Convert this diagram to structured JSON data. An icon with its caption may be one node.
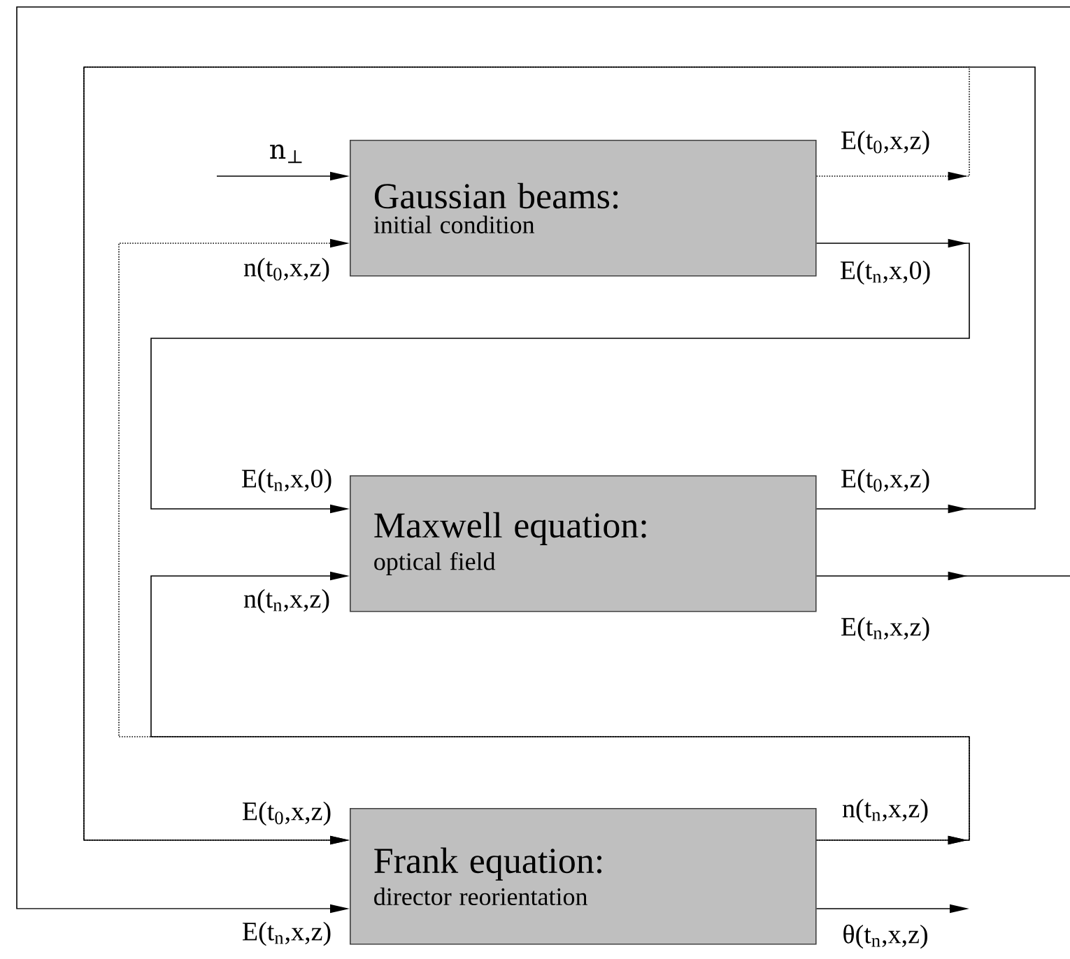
{
  "diagram": {
    "nodes": [
      {
        "text": [
          "Gaussian beams:",
          "initial condition"
        ],
        "beside": [
          "n$_{⊥}$",
          "n(t$_{0}$,x,z)",
          "E(t$_{0}$,x,z)",
          "E(t$_{n}$,x,0)"
        ]
      },
      {
        "text": [
          "Maxwell equation:",
          "optical field"
        ],
        "beside": [
          "E(t$_{n}$,x,0)",
          "n(t$_{n}$,x,z)",
          "E(t$_{0}$,x,z)",
          "E(t$_{n}$,x,z)"
        ]
      },
      {
        "text": [
          "Frank equation:",
          "director reorientation"
        ],
        "beside": [
          "E(t$_{0}$,x,z)",
          "E(t$_{n}$,x,z)",
          "n(t$_{n}$,x,z)",
          "θ(t$_{n}$,x,z)"
        ]
      }
    ],
    "edges": [
      {
        "from": null,
        "to": 0,
        "arrow": "to"
      },
      {
        "from": 0,
        "to": 2,
        "arrow": "to",
        "style": "dashed"
      },
      {
        "from": 2,
        "to": 0,
        "arrow": "to",
        "style": "dashed"
      },
      {
        "from": 1,
        "to": 2,
        "arrow": "to"
      },
      {
        "from": 0,
        "to": 1,
        "arrow": "to"
      },
      {
        "from": 2,
        "to": 1,
        "arrow": "to"
      },
      {
        "from": 1,
        "to": 2,
        "arrow": "to"
      },
      {
        "from": 2,
        "to": null,
        "arrow": "to"
      }
    ]
  }
}
